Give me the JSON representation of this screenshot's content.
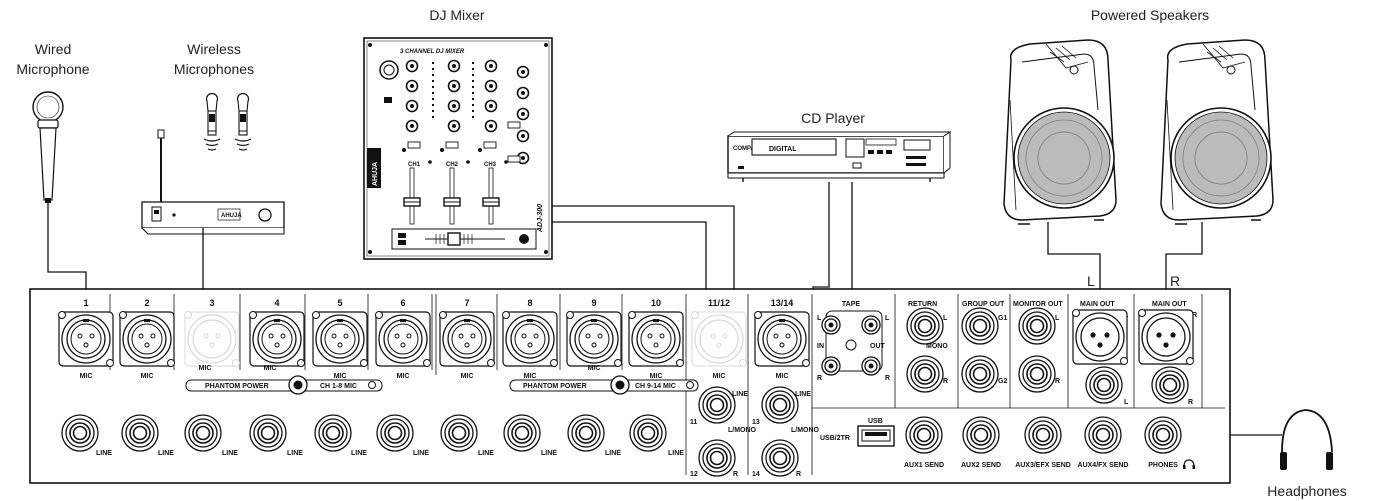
{
  "labels": {
    "wired_mic": [
      "Wired",
      "Microphone"
    ],
    "wireless_mics": [
      "Wireless",
      "Microphones"
    ],
    "dj_mixer": "DJ Mixer",
    "cd_player": "CD Player",
    "powered_speakers": "Powered Speakers",
    "headphones": "Headphones",
    "left": "L",
    "right": "R"
  },
  "dj_mixer_device": {
    "brand": "AHUJA",
    "model": "ADJ-300",
    "header": "3 CHANNEL DJ MIXER",
    "channels": [
      "CH1",
      "CH2",
      "CH3"
    ]
  },
  "cd_player_device": {
    "display": "DIGITAL",
    "side": "COMPACT disc PLAYER"
  },
  "receiver_brand": "AHUJA",
  "mixer": {
    "channel_numbers": [
      "1",
      "2",
      "3",
      "4",
      "5",
      "6",
      "7",
      "8",
      "9",
      "10"
    ],
    "stereo_channels": [
      "11/12",
      "13/14"
    ],
    "mic_label": "MIC",
    "line_label": "LINE",
    "phantom_power": "PHANTOM POWER",
    "phantom_group_1": "CH 1-8 MIC",
    "phantom_group_2": "CH 9-14 MIC",
    "stereo_line_label": "LINE",
    "stereo_lmono_label": "L/MONO",
    "stereo_r": "R",
    "stereo_jack_numbers": [
      "11",
      "12",
      "13",
      "14"
    ],
    "tape": "TAPE",
    "tape_in": "IN",
    "tape_out": "OUT",
    "tape_l": "L",
    "tape_r": "R",
    "return": "RETURN",
    "return_mono": "MONO",
    "group_out": "GROUP OUT",
    "group_g1": "G1",
    "group_g2": "G2",
    "monitor_out": "MONITOR OUT",
    "main_out": "MAIN OUT",
    "main_l": "L",
    "main_r": "R",
    "usb": "USB",
    "usb_2tr": "USB/2TR",
    "aux_sends": [
      "AUX1 SEND",
      "AUX2 SEND",
      "AUX3/EFX SEND",
      "AUX4/FX SEND",
      "PHONES"
    ]
  }
}
